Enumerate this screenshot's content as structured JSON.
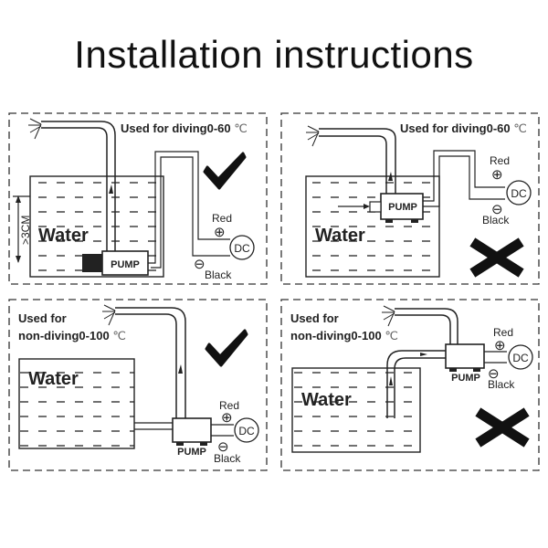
{
  "title": "Installation instructions",
  "panels": [
    {
      "usage_line1": "Used for diving0-60",
      "usage_unit": "℃",
      "water_label": "Water",
      "pump_label": "PUMP",
      "red_label": "Red",
      "black_label": "Black",
      "dc_label": "DC",
      "plus_symbol": "⊕",
      "minus_symbol": "⊖",
      "depth_label": ">3CM",
      "verdict": "correct",
      "verdict_icon": "check-mark-icon"
    },
    {
      "usage_line1": "Used for diving0-60",
      "usage_unit": "℃",
      "water_label": "Water",
      "pump_label": "PUMP",
      "red_label": "Red",
      "black_label": "Black",
      "dc_label": "DC",
      "plus_symbol": "⊕",
      "minus_symbol": "⊖",
      "verdict": "incorrect",
      "verdict_icon": "x-mark-icon"
    },
    {
      "usage_line1": "Used for",
      "usage_line2": "non-diving0-100",
      "usage_unit": "℃",
      "water_label": "Water",
      "pump_label": "PUMP",
      "red_label": "Red",
      "black_label": "Black",
      "dc_label": "DC",
      "plus_symbol": "⊕",
      "minus_symbol": "⊖",
      "verdict": "correct",
      "verdict_icon": "check-mark-icon"
    },
    {
      "usage_line1": "Used for",
      "usage_line2": "non-diving0-100",
      "usage_unit": "℃",
      "water_label": "Water",
      "pump_label": "PUMP",
      "red_label": "Red",
      "black_label": "Black",
      "dc_label": "DC",
      "plus_symbol": "⊕",
      "minus_symbol": "⊖",
      "verdict": "incorrect",
      "verdict_icon": "x-mark-icon"
    }
  ]
}
